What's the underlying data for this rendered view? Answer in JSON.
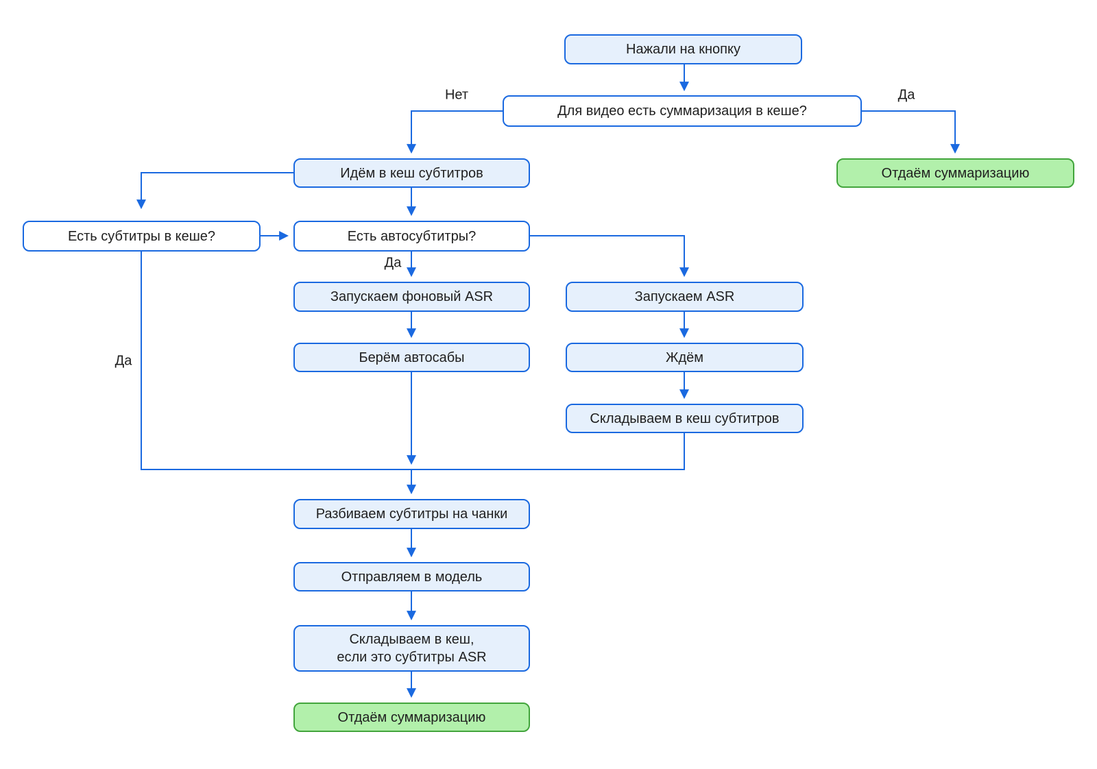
{
  "diagram": {
    "nodes": {
      "button_pressed": {
        "label": "Нажали на кнопку",
        "type": "process"
      },
      "summary_in_cache_q": {
        "label": "Для видео есть суммаризация в кеше?",
        "type": "decision"
      },
      "go_subtitle_cache": {
        "label": "Идём в кеш субтитров",
        "type": "process"
      },
      "return_summary_top": {
        "label": "Отдаём суммаризацию",
        "type": "terminal"
      },
      "subs_in_cache_q": {
        "label": "Есть субтитры в кеше?",
        "type": "decision"
      },
      "autosubs_q": {
        "label": "Есть автосубтитры?",
        "type": "decision"
      },
      "run_background_asr": {
        "label": "Запускаем фоновый ASR",
        "type": "process"
      },
      "run_asr": {
        "label": "Запускаем ASR",
        "type": "process"
      },
      "take_autosubs": {
        "label": "Берём автосабы",
        "type": "process"
      },
      "wait_asr": {
        "label": "Ждём",
        "type": "process"
      },
      "store_subs_cache": {
        "label": "Складываем в кеш субтитров",
        "type": "process"
      },
      "split_chunks": {
        "label": "Разбиваем субтитры на чанки",
        "type": "process"
      },
      "send_to_model": {
        "label": "Отправляем в модель",
        "type": "process"
      },
      "store_cache_if_asr": {
        "label": "Складываем в кеш,\nесли это субтитры ASR",
        "type": "process"
      },
      "return_summary_bottom": {
        "label": "Отдаём суммаризацию",
        "type": "terminal"
      }
    },
    "edge_labels": {
      "no_top": "Нет",
      "yes_top": "Да",
      "yes_autosubs": "Да",
      "yes_subs_cache": "Да"
    },
    "colors": {
      "line_blue": "#1A69E0",
      "process_fill": "#E6F0FC",
      "decision_fill": "#FFFFFF",
      "terminal_fill": "#B2F0AB",
      "terminal_border": "#42A53C",
      "text": "#1F1F1F"
    }
  }
}
